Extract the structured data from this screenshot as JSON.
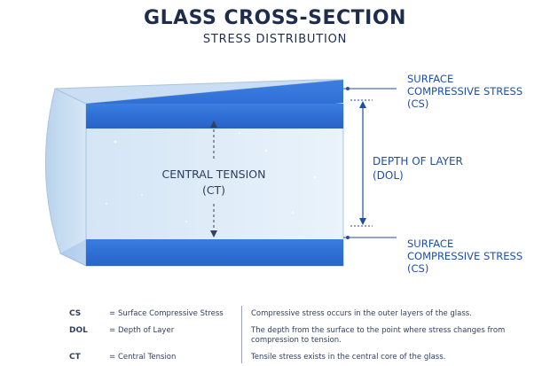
{
  "header": {
    "title": "GLASS CROSS-SECTION",
    "subtitle": "STRESS DISTRIBUTION"
  },
  "diagram": {
    "central_tension": {
      "line1": "CENTRAL TENSION",
      "line2": "(CT)"
    },
    "top_label": {
      "line1": "SURFACE",
      "line2": "COMPRESSIVE STRESS",
      "line3": "(CS)"
    },
    "depth_label": {
      "line1": "DEPTH OF LAYER",
      "line2": "(DOL)"
    },
    "bottom_label": {
      "line1": "SURFACE",
      "line2": "COMPRESSIVE STRESS",
      "line3": "(CS)"
    },
    "colors": {
      "compressive_layer": "#2f6fd6",
      "glass_core": "#dbe9f6",
      "label_text": "#1f4fa0",
      "title_text": "#1f2d4d"
    }
  },
  "legend": [
    {
      "abbr": "CS",
      "eq": "=",
      "term": "Surface Compressive Stress",
      "desc": "Compressive stress occurs in the outer layers of the glass."
    },
    {
      "abbr": "DOL",
      "eq": "=",
      "term": "Depth of Layer",
      "desc": "The depth from the surface to the point where stress changes from compression to tension."
    },
    {
      "abbr": "CT",
      "eq": "=",
      "term": "Central Tension",
      "desc": "Tensile stress exists in the central core of the glass."
    }
  ]
}
